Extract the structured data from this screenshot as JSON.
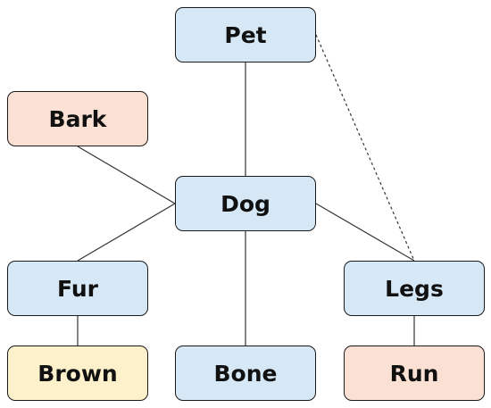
{
  "nodes": {
    "pet": "Pet",
    "bark": "Bark",
    "dog": "Dog",
    "fur": "Fur",
    "legs": "Legs",
    "brown": "Brown",
    "bone": "Bone",
    "run": "Run"
  },
  "colors": {
    "blue_fill": "#d6e7f5",
    "peach_fill": "#fbe1d3",
    "cream_fill": "#fdf1cc",
    "stroke": "#1a1a1a"
  },
  "edges": [
    {
      "from": "pet",
      "to": "dog",
      "style": "solid"
    },
    {
      "from": "bark",
      "to": "dog",
      "style": "solid"
    },
    {
      "from": "dog",
      "to": "fur",
      "style": "solid"
    },
    {
      "from": "dog",
      "to": "legs",
      "style": "solid"
    },
    {
      "from": "dog",
      "to": "bone",
      "style": "solid"
    },
    {
      "from": "fur",
      "to": "brown",
      "style": "solid"
    },
    {
      "from": "legs",
      "to": "run",
      "style": "solid"
    },
    {
      "from": "pet",
      "to": "legs",
      "style": "dashed"
    }
  ]
}
